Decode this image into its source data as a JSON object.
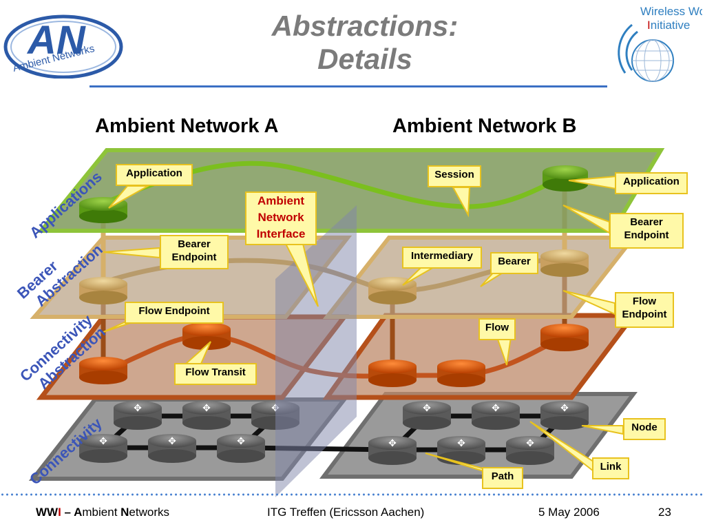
{
  "slide": {
    "title_line1": "Abstractions:",
    "title_line2": "Details",
    "network_a": "Ambient Network A",
    "network_b": "Ambient Network B"
  },
  "logo_left": {
    "mark": "AN",
    "text": "Ambient Networks"
  },
  "logo_right": {
    "text": "Wireless World Initiative",
    "letter_i": "I"
  },
  "layers": {
    "applications": "Applications",
    "bearer": "Bearer Abstraction",
    "bearer_line1": "Bearer",
    "bearer_line2": "Abstraction",
    "connectivity_abstraction_line1": "Connectivity",
    "connectivity_abstraction_line2": "Abstraction",
    "connectivity": "Connectivity"
  },
  "callouts": {
    "application_a": "Application",
    "session": "Session",
    "application_b": "Application",
    "ani_line1": "Ambient",
    "ani_line2": "Network",
    "ani_line3": "Interface",
    "bearer_endpoint_a_1": "Bearer",
    "bearer_endpoint_a_2": "Endpoint",
    "intermediary": "Intermediary",
    "bearer": "Bearer",
    "bearer_endpoint_b_1": "Bearer",
    "bearer_endpoint_b_2": "Endpoint",
    "flow_endpoint_a": "Flow Endpoint",
    "flow": "Flow",
    "flow_endpoint_b_1": "Flow",
    "flow_endpoint_b_2": "Endpoint",
    "flow_transit": "Flow Transit",
    "node": "Node",
    "link": "Link",
    "path": "Path"
  },
  "footer": {
    "ww": "WW",
    "i": "I",
    "dash": " – ",
    "a": "A",
    "mbient": "mbient ",
    "n": "N",
    "etworks": "etworks",
    "event": "ITG Treffen (Ericsson Aachen)",
    "date": "5 May 2006",
    "page": "23"
  },
  "colors": {
    "app_plane": "#7f9a5c",
    "bearer_plane": "#c9a86a",
    "flow_plane": "#b5622f",
    "conn_plane": "#8c8c8c",
    "accent": "#3a6fc4",
    "callout_fill": "#fff9a8"
  }
}
